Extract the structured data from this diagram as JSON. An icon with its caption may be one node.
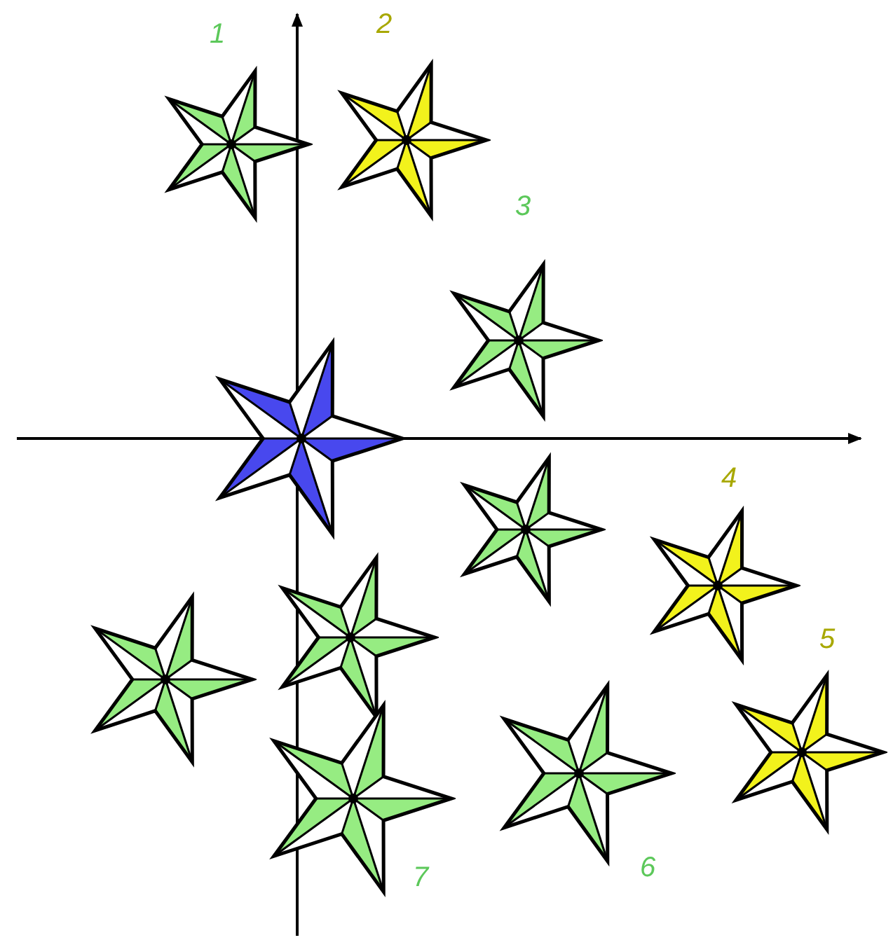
{
  "diagram": {
    "nodes": [
      {
        "text": [],
        "shape": "star",
        "beside": [
          "1"
        ]
      },
      {
        "text": [],
        "shape": "star",
        "beside": [
          "2"
        ]
      },
      {
        "text": [],
        "shape": "star",
        "beside": [
          "3"
        ]
      },
      {
        "text": [],
        "shape": "star"
      },
      {
        "text": [],
        "shape": "star"
      },
      {
        "text": [],
        "shape": "star",
        "beside": [
          "4"
        ]
      },
      {
        "text": [],
        "shape": "star"
      },
      {
        "text": [],
        "shape": "star"
      },
      {
        "text": [],
        "shape": "star",
        "beside": [
          "5"
        ]
      },
      {
        "text": [],
        "shape": "star",
        "beside": [
          "7"
        ]
      },
      {
        "text": [],
        "shape": "star",
        "beside": [
          "6"
        ]
      }
    ]
  }
}
